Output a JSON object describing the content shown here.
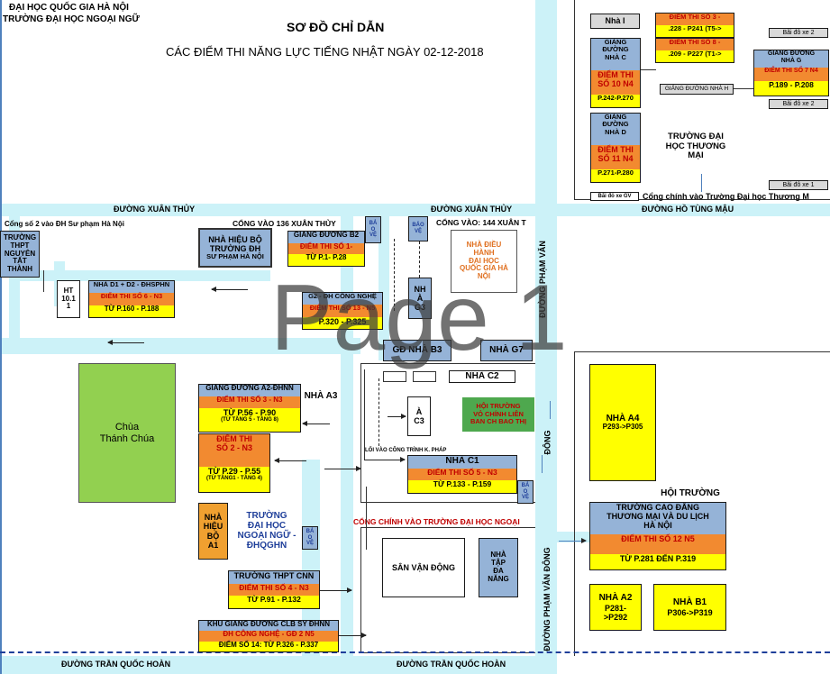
{
  "header": {
    "org_line1": "ĐẠI HỌC QUỐC GIA HÀ NỘI",
    "org_line2": "TRƯỜNG ĐẠI HỌC NGOẠI NGỮ",
    "title": "SƠ ĐỒ CHỈ DẪN",
    "subtitle": "CÁC ĐIỂM THI NĂNG LỰC TIẾNG NHẬT NGÀY 02-12-2018"
  },
  "watermark": "Page 1",
  "roads": {
    "xuan_thuy_left": "ĐƯỜNG XUÂN THỦY",
    "xuan_thuy_right": "ĐƯỜNG XUÂN THỦY",
    "ho_tung_mau": "ĐƯỜNG HỒ TÙNG MẬU",
    "tran_quoc_hoan_left": "ĐƯỜNG TRẦN QUỐC HOÀN",
    "tran_quoc_hoan_right": "ĐƯỜNG TRẦN QUỐC HOÀN",
    "pham_van_dong_top": "ĐƯỜNG PHẠM VĂN",
    "pham_van_dong_mid": "ĐÔNG",
    "pham_van_dong_bottom": "ĐƯỜNG PHẠM VĂN ĐÔNG"
  },
  "gates": {
    "gate2": "Cổng số 2 vào ĐH Sư phạm Hà Nội",
    "gate136": "CỔNG VÀO 136 XUÂN THỦY",
    "gate144": "CỔNG VÀO: 144 XUÂN T",
    "main_gate_ulis": "CỔNG CHÍNH VÀO TRƯỜNG ĐẠI HỌC NGOẠI",
    "side_entry": "LỐI VÀO CÔNG TRÌNH K. PHÁP",
    "tm_gate": "Cổng chính vào Trường Đại học Thương M"
  },
  "buildings": {
    "thpt_nguyen": [
      "TRƯỜNG",
      "THPT",
      "NGUYỄN",
      "TẤT THÀNH"
    ],
    "ht101": [
      "HT",
      "10.1",
      "1"
    ],
    "d1d2": {
      "name": "NHÀ D1 + D2 - ĐHSPHN",
      "exam": "ĐIỂM THI SỐ 6 - N3",
      "rooms": "TỪ P.160 - P.188"
    },
    "hieu_bo_sp": [
      "NHÀ HIỆU BỘ",
      "TRƯỜNG ĐH",
      "SƯ PHẠM HÀ NỘI"
    ],
    "gd_b2": {
      "name": "GIẢNG ĐƯỜNG B2",
      "exam": "ĐIỂM THI SỐ 1-",
      "rooms": "TỪ P.1- P.28"
    },
    "bao_ve1": [
      "BẢ",
      "O",
      "VỆ"
    ],
    "bao_ve2": [
      "BẢO",
      "VỆ"
    ],
    "dieu_hanh": [
      "NHÀ ĐIỀU",
      "HÀNH",
      "ĐẠI HỌC",
      "QUỐC GIA HÀ",
      "NỘI"
    ],
    "g2": {
      "name": "G2 - ĐH CÔNG NGHỆ",
      "exam": "ĐIỂM THI SỐ 13 - N5",
      "rooms": "P.320 - P.325"
    },
    "nha_g3": [
      "NH",
      "À",
      "G3"
    ],
    "gd_b3": "GĐ NHÀ B3",
    "nha_g7": "NHÀ G7",
    "nha_c2": "NHÀ C2",
    "nha_a3": "NHÀ A3",
    "a2": {
      "name": "GIẢNG ĐƯỜNG A2-ĐHNN",
      "exam": "ĐIỂM THI SỐ 3 - N3",
      "rooms": "TỪ P.56 - P.90",
      "floors": "(TỪ TẦNG 5 - TẦNG 8)"
    },
    "exam2": {
      "line1": "ĐIỂM THI",
      "line2": "SỐ 2 - N3",
      "rooms": "TỪ P.29 - P.55",
      "floors": "(TỪ TẦNG1 - TẦNG 4)"
    },
    "a_c3": [
      "À",
      "C3"
    ],
    "hoi_truong_vo": [
      "HỘI TRƯỜNG",
      "VỎ CHÍNH LIÊN",
      "BAN CH BAO THỊ"
    ],
    "c1": {
      "name": "NHÀ C1",
      "exam": "ĐIỂM THI SỐ 5 - N3",
      "rooms": "TỪ P.133 - P.159"
    },
    "bao_ve3": [
      "BẢ",
      "O",
      "VỆ"
    ],
    "chua": [
      "Chùa",
      "Thánh Chúa"
    ],
    "hieu_bo_a1": [
      "NHÀ",
      "HIỆU",
      "BỘ",
      "A1"
    ],
    "ulis_name": [
      "TRƯỜNG",
      "ĐẠI HỌC",
      "NGOẠI NGỮ -",
      "ĐHQGHN"
    ],
    "bao_ve4": [
      "BẢ",
      "O",
      "VỆ"
    ],
    "san_van_dong": "SÂN VẬN ĐỘNG",
    "nha_tap": [
      "NHÀ",
      "TẬP",
      "ĐA",
      "NĂNG"
    ],
    "thpt_cnn": {
      "name": "TRƯỜNG THPT CNN",
      "exam": "ĐIỂM THI SỐ 4 - N3",
      "rooms": "TỪ P.91 - P.132"
    },
    "clb": {
      "name": "KHU GIẢNG ĐƯỜNG CLB SY ĐHNN",
      "exam": "ĐH CÔNG NGHỆ - GĐ 2 N5",
      "rooms": "ĐIỂM SỐ 14: TỪ P.326 - P.337"
    },
    "nha_i": "Nhà I",
    "exam3_tm": {
      "exam": "ĐIỂM THI SỐ 3 -",
      "rooms": ".228 - P241 (T5->"
    },
    "exam8_tm": {
      "exam": "ĐIỂM THI SỐ 8 -",
      "rooms": ".209 - P227 (T1->"
    },
    "gd_c": {
      "name": [
        "GIẢNG",
        "ĐƯỜNG",
        "NHÀ C"
      ],
      "exam": [
        "ĐIỂM THI",
        "SỐ 10 N4"
      ],
      "rooms": "P.242-P.270"
    },
    "gd_d": {
      "name": [
        "GIẢNG",
        "ĐƯỜNG",
        "NHÀ D"
      ],
      "exam": [
        "ĐIỂM THI",
        "SỐ 11 N4"
      ],
      "rooms": "P.271-P.280"
    },
    "gd_h": "GIẢNG ĐƯỜNG NHÀ H",
    "gd_g": {
      "name": [
        "GIẢNG ĐƯỜNG",
        "NHÀ G"
      ],
      "exam": "ĐIỂM THI SỐ 7 N4",
      "rooms": "P.189 - P.208"
    },
    "thuong_mai": [
      "TRƯỜNG ĐẠI",
      "HỌC THƯƠNG",
      "MẠI"
    ],
    "parking1": "Bãi đỗ xe 2",
    "parking2": "Bãi đỗ xe 2",
    "parking3": "Bãi đỗ xe 1",
    "parking4": "Bãi đỗ xe GV",
    "nha_a4": {
      "name": "NHÀ A4",
      "rooms": "P293->P305"
    },
    "hoi_truong": "HỘI TRƯỜNG",
    "cd_tmdl": {
      "name": [
        "TRƯỜNG CAO ĐẲNG",
        "THƯƠNG MẠI VÀ DU LỊCH",
        "HÀ NỘI"
      ],
      "exam": "ĐIỂM THI SỐ 12   N5",
      "rooms": "TỪ P.281 ĐẾN P.319"
    },
    "nha_a2": {
      "name": "NHÀ A2",
      "rooms": [
        "P281-",
        ">P292"
      ]
    },
    "nha_b1": {
      "name": "NHÀ B1",
      "rooms": "P306->P319"
    }
  }
}
